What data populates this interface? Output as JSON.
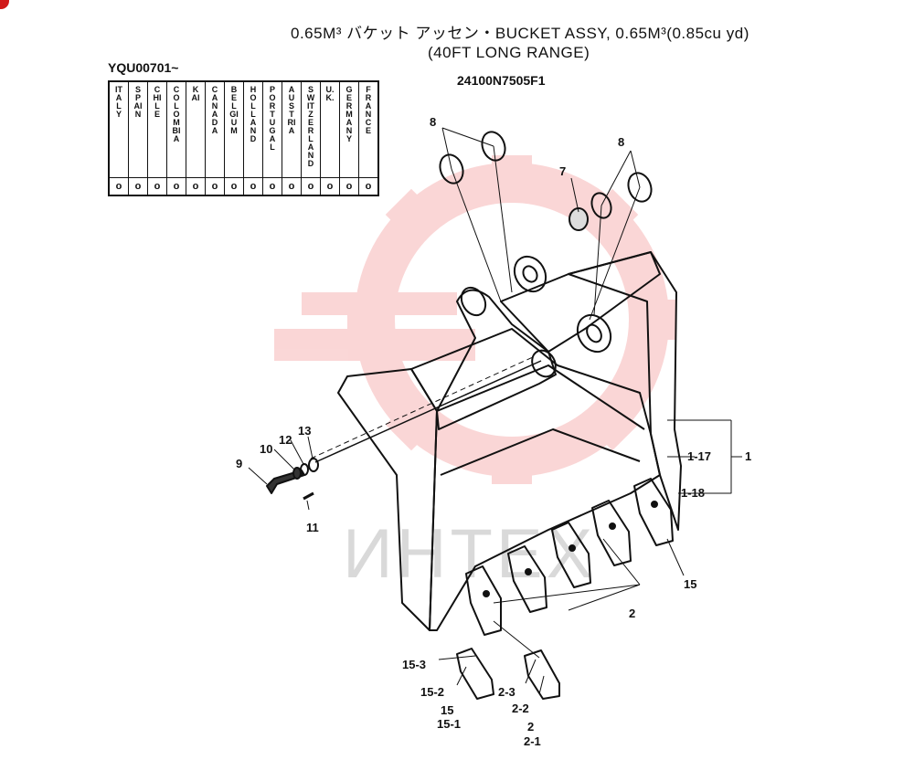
{
  "header": {
    "title_line1": "0.65M³ バケット アッセン・BUCKET ASSY, 0.65M³(0.85cu yd)",
    "title_line2": "(40FT LONG RANGE)",
    "part_number": "24100N7505F1",
    "serial_range": "YQU00701~"
  },
  "applicability_table": {
    "countries": [
      "ITALY",
      "SPAIN",
      "CHILE",
      "COLOMBIA",
      "KAI",
      "CANADA",
      "BELGIUM",
      "HOLLAND",
      "PORTUGAL",
      "AUSTRIA",
      "SWITZER LAND",
      "U.K.",
      "GERMANY",
      "FRANCE"
    ],
    "marks": [
      "o",
      "o",
      "o",
      "o",
      "o",
      "o",
      "o",
      "o",
      "o",
      "o",
      "o",
      "o",
      "o",
      "o"
    ]
  },
  "watermark": {
    "text": "ИНТЕХ",
    "color": "#f29a9a"
  },
  "callouts": {
    "c1": "1",
    "c117": "1-17",
    "c118": "1-18",
    "c2": "2",
    "c21": "2-1",
    "c22": "2-2",
    "c23": "2-3",
    "c2b": "2",
    "c7": "7",
    "c8a": "8",
    "c8b": "8",
    "c9": "9",
    "c10": "10",
    "c11": "11",
    "c12": "12",
    "c13": "13",
    "c15": "15",
    "c151": "15-1",
    "c152": "15-2",
    "c153": "15-3",
    "c15b": "15"
  },
  "colors": {
    "line": "#111111",
    "watermark": "#f4a6a6"
  }
}
